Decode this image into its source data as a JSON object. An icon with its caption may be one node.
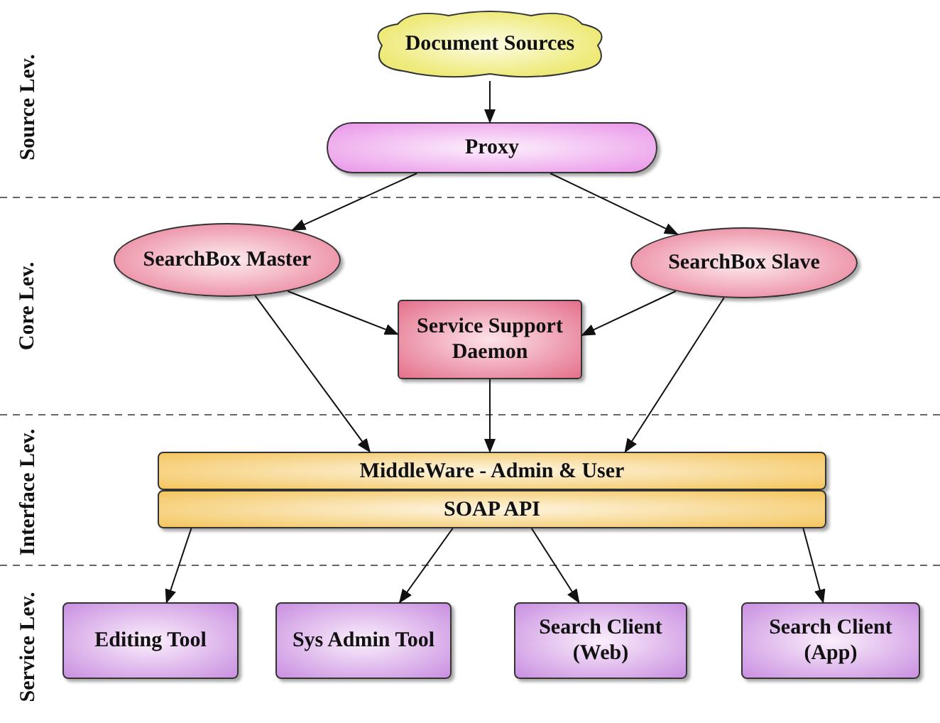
{
  "diagram": {
    "nodes": [
      {
        "text": [
          "Document Sources"
        ]
      },
      {
        "text": [
          "Proxy"
        ]
      },
      {
        "text": [
          "SearchBox Master"
        ]
      },
      {
        "text": [
          "SearchBox Slave"
        ]
      },
      {
        "text": [
          "Service Support Daemon"
        ]
      },
      {
        "text": [
          "MiddleWare - Admin & User"
        ]
      },
      {
        "text": [
          "SOAP API"
        ]
      },
      {
        "text": [
          "Editing Tool"
        ]
      },
      {
        "text": [
          "Sys Admin Tool"
        ]
      },
      {
        "text": [
          "Search Client (Web)"
        ]
      },
      {
        "text": [
          "Search Client (App)"
        ]
      }
    ],
    "edges": [
      {
        "from": 0,
        "to": 1,
        "arrow": "to"
      },
      {
        "from": 1,
        "to": 2,
        "arrow": "to"
      },
      {
        "from": 1,
        "to": 3,
        "arrow": "to"
      },
      {
        "from": 2,
        "to": 4,
        "arrow": "to"
      },
      {
        "from": 3,
        "to": 4,
        "arrow": "to"
      },
      {
        "from": 2,
        "to": 5,
        "arrow": "to"
      },
      {
        "from": 4,
        "to": 5,
        "arrow": "to"
      },
      {
        "from": 3,
        "to": 5,
        "arrow": "to"
      },
      {
        "from": 6,
        "to": 7,
        "arrow": "to"
      },
      {
        "from": 6,
        "to": 8,
        "arrow": "to"
      },
      {
        "from": 6,
        "to": 9,
        "arrow": "to"
      },
      {
        "from": 6,
        "to": 10,
        "arrow": "to"
      }
    ],
    "labels": [
      "Source Lev.",
      "Core Lev.",
      "Interface Lev.",
      "Service Lev."
    ]
  }
}
